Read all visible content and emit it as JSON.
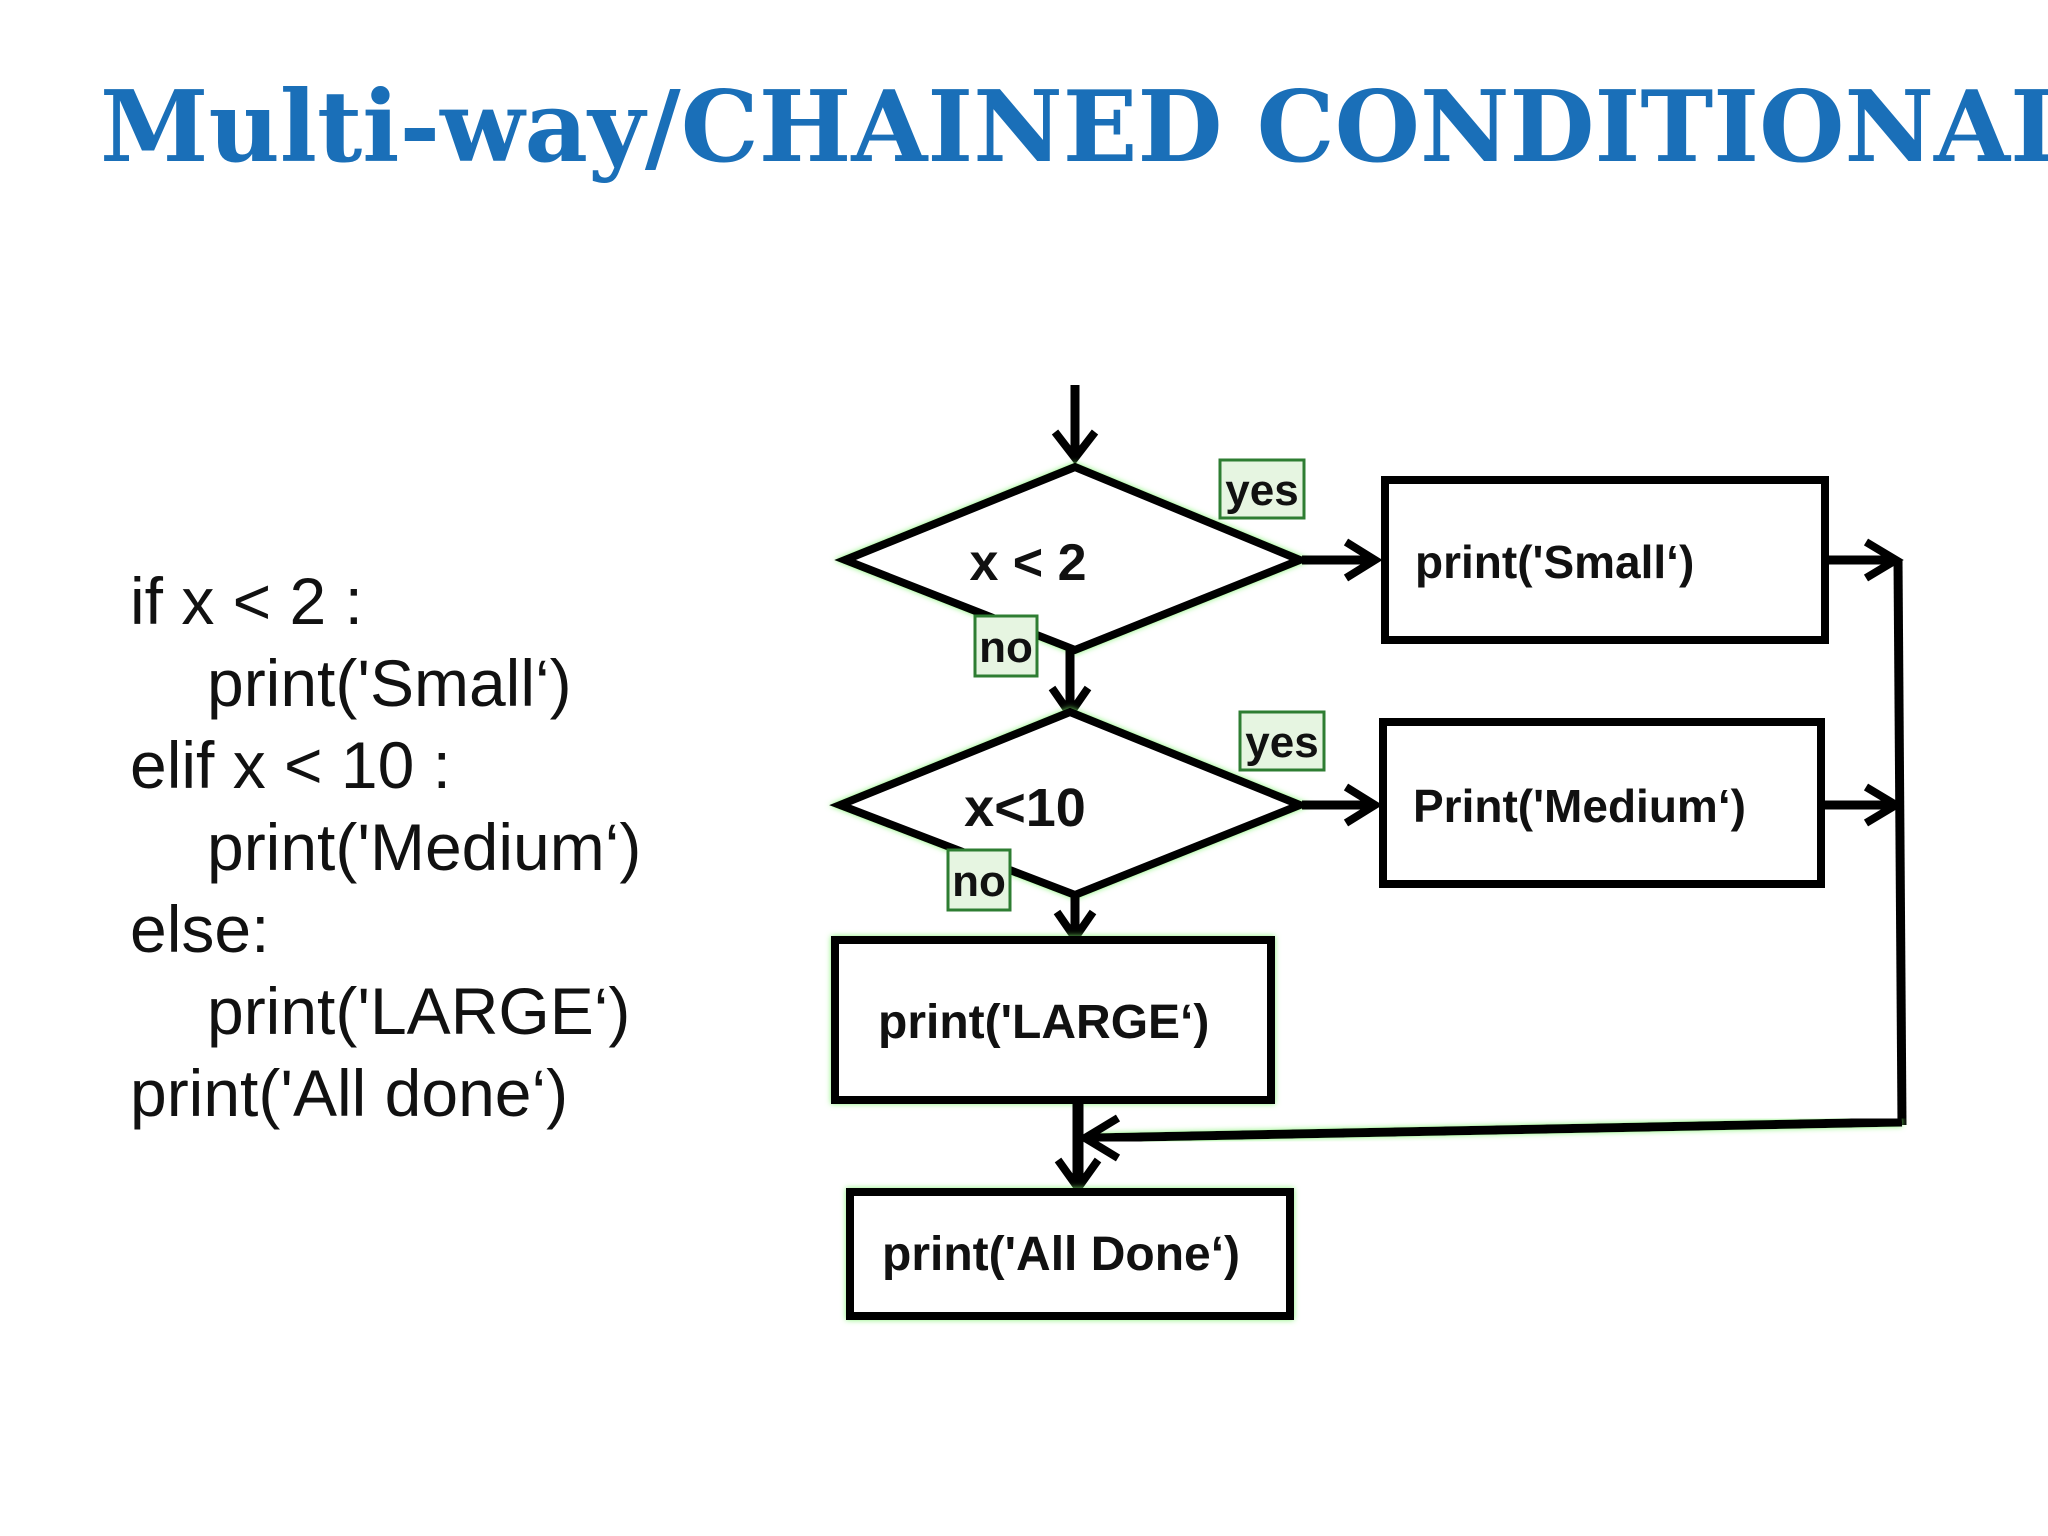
{
  "title": "Multi-way/CHAINED CONDITIONALS",
  "code": [
    {
      "text": "if x < 2 :",
      "indent": false
    },
    {
      "text": "print('Small‘)",
      "indent": true
    },
    {
      "text": "elif x < 10 :",
      "indent": false
    },
    {
      "text": "print('Medium‘)",
      "indent": true
    },
    {
      "text": "else:",
      "indent": false
    },
    {
      "text": "print('LARGE‘)",
      "indent": true
    },
    {
      "text": "print('All done‘)",
      "indent": false
    }
  ],
  "flowchart": {
    "decision1": "x < 2",
    "decision2": "x<10",
    "yes_label": "yes",
    "no_label": "no",
    "box_small": "print('Small‘)",
    "box_medium": "Print('Medium‘)",
    "box_large": "print('LARGE‘)",
    "box_done": "print('All Done‘)"
  },
  "colors": {
    "title": "#1a6fb8",
    "label_box_bg": "#e6f5e1",
    "label_box_border": "#2e7d32",
    "glow": "#7cf26a"
  }
}
